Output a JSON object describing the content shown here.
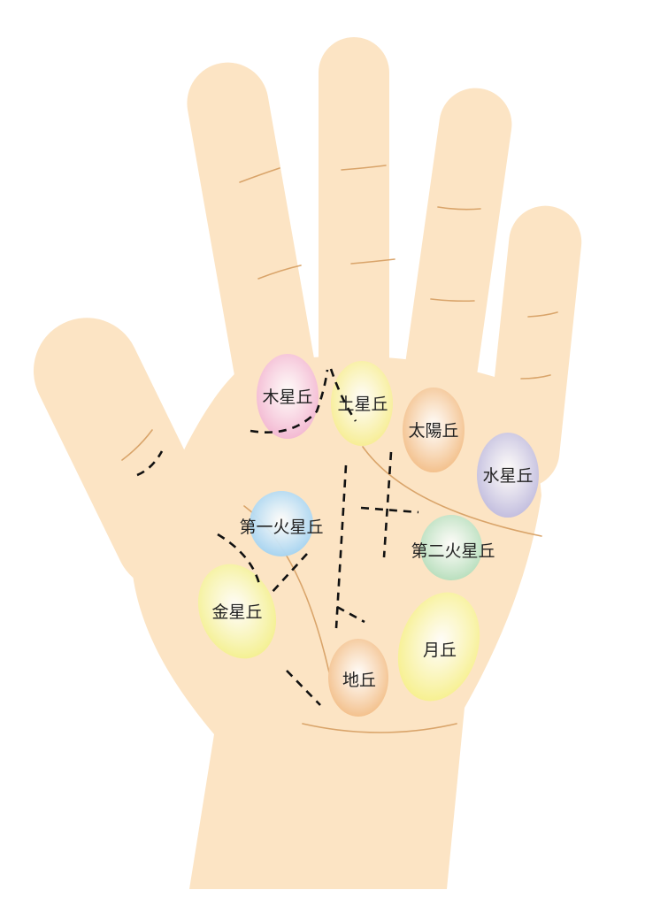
{
  "palm": {
    "skin_color": "#fce4c4",
    "crease_color": "#d9a46a",
    "dash_color": "#111111",
    "mounts": {
      "jupiter": {
        "label": "木星丘",
        "color": "#f2b3cf"
      },
      "saturn": {
        "label": "土星丘",
        "color": "#f6ec8c"
      },
      "apollo": {
        "label": "太陽丘",
        "color": "#f2bb82"
      },
      "mercury": {
        "label": "水星丘",
        "color": "#bdb8dc"
      },
      "mars_first": {
        "label": "第一火星丘",
        "color": "#9fd0ef"
      },
      "mars_second": {
        "label": "第二火星丘",
        "color": "#b2dcb8"
      },
      "venus": {
        "label": "金星丘",
        "color": "#f3ef88"
      },
      "moon": {
        "label": "月丘",
        "color": "#f6ef86"
      },
      "earth": {
        "label": "地丘",
        "color": "#f2bb82"
      }
    }
  }
}
